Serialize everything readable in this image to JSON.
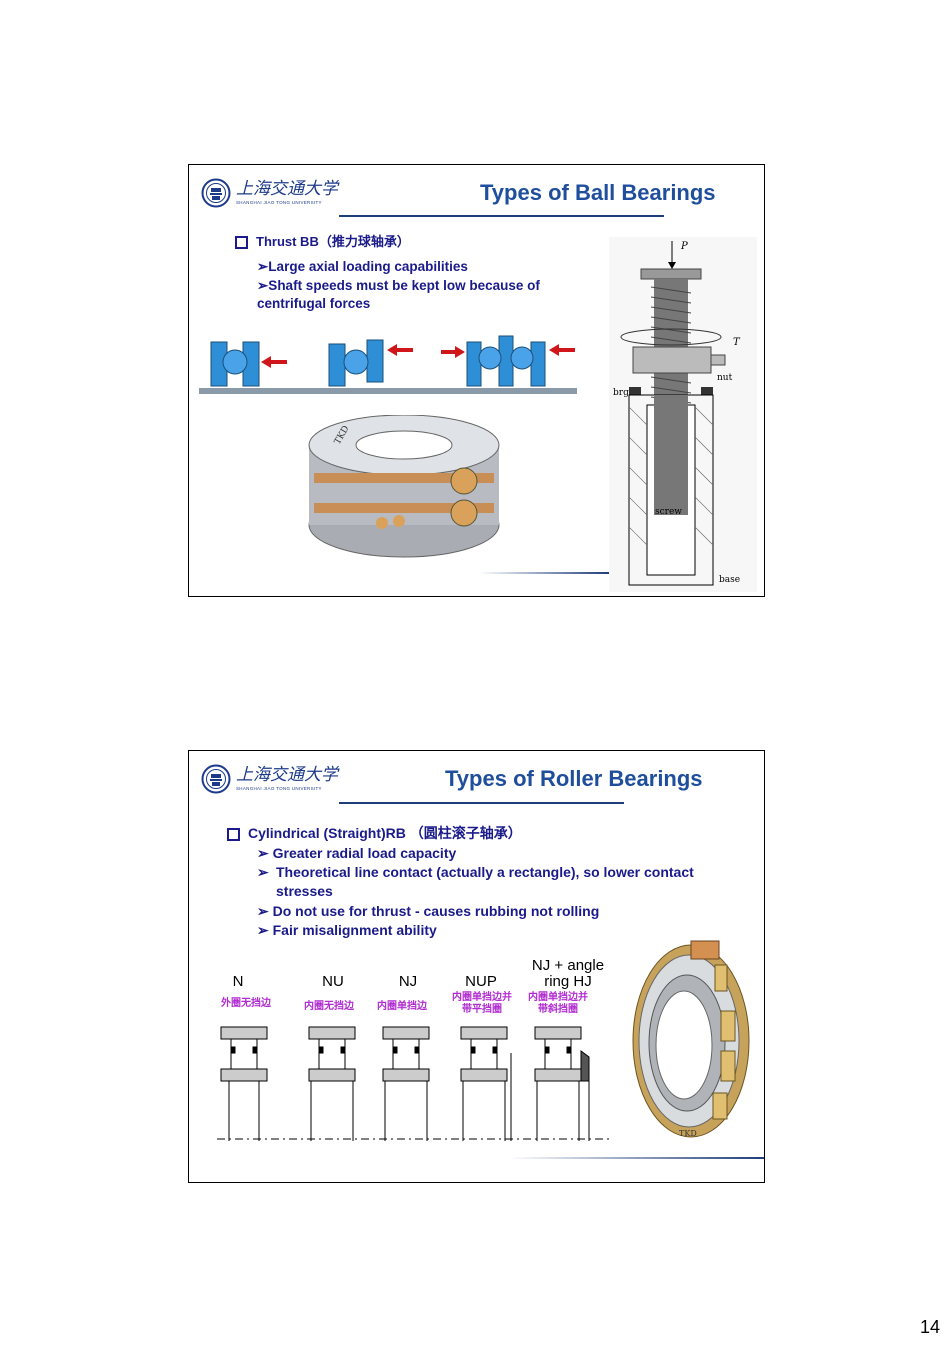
{
  "slide1": {
    "logo_cn": "上海交通大学",
    "logo_en": "SHANGHAI JIAO TONG UNIVERSITY",
    "title": "Types of Ball Bearings",
    "section": "Thrust BB（推力球轴承）",
    "bullets": [
      "➢Large axial loading capabilities",
      "➢Shaft speeds must be kept low because of centrifugal forces"
    ],
    "figure_labels": {
      "load": "P",
      "torque": "T",
      "nut": "nut",
      "brg": "brg",
      "screw": "screw",
      "base": "base",
      "ring_brand": "TKD"
    }
  },
  "slide2": {
    "logo_cn": "上海交通大学",
    "logo_en": "SHANGHAI JIAO TONG UNIVERSITY",
    "title": "Types of Roller Bearings",
    "section": "Cylindrical (Straight)RB （圆柱滚子轴承）",
    "bullets": [
      "Greater radial load capacity",
      "Theoretical line contact (actually a rectangle), so lower contact stresses",
      "Do not use for thrust - causes rubbing not rolling",
      "Fair misalignment ability"
    ],
    "types": [
      {
        "code": "N",
        "cn": "外圈无挡边"
      },
      {
        "code": "NU",
        "cn": "内圈无挡边"
      },
      {
        "code": "NJ",
        "cn": "内圈单挡边"
      },
      {
        "code": "NUP",
        "cn": "内圈单挡边并带平挡圈"
      },
      {
        "code": "NJ + angle ring HJ",
        "cn": "内圈单挡边并带斜挡圈"
      }
    ],
    "figure_brand": "TKD"
  },
  "page_number": "14"
}
